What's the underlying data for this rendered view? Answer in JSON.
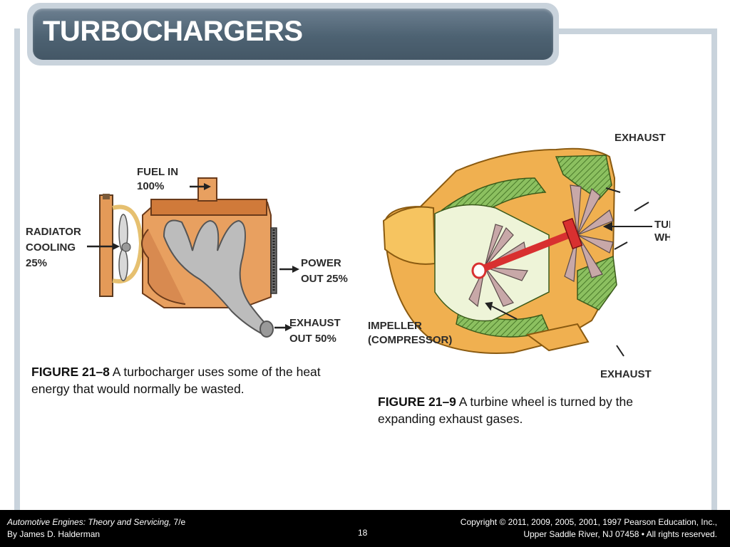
{
  "slide": {
    "title": "TURBOCHARGERS"
  },
  "figure_left": {
    "labels": {
      "fuel_in": "FUEL IN",
      "fuel_pct": "100%",
      "radiator": "RADIATOR",
      "cooling": "COOLING",
      "radiator_pct": "25%",
      "power": "POWER",
      "power_out": "OUT 25%",
      "exhaust": "EXHAUST",
      "exhaust_out": "OUT 50%"
    },
    "caption_number": "FIGURE 21–8",
    "caption_text": " A turbocharger uses some of the heat energy that would normally be wasted."
  },
  "figure_right": {
    "labels": {
      "exhaust_top": "EXHAUST",
      "turbine": "TURBINE",
      "wheel": "WHEEL",
      "impeller": "IMPELLER",
      "compressor": "(COMPRESSOR)",
      "exhaust_bottom": "EXHAUST"
    },
    "caption_number": "FIGURE 21–9",
    "caption_text": " A turbine wheel is turned by the expanding exhaust gases."
  },
  "footer": {
    "book_title": "Automotive Engines: Theory and Servicing,",
    "edition": " 7/e",
    "author": "By James D. Halderman",
    "page_number": "18",
    "copyright_line1": "Copyright © 2011, 2009, 2005, 2001, 1997 Pearson Education, Inc.,",
    "copyright_line2": "Upper Saddle River, NJ 07458 • All rights reserved."
  },
  "colors": {
    "title_bar": "#4d6272",
    "frame": "#c9d3dc",
    "engine_orange": "#e8a060",
    "turbo_orange": "#f0b050",
    "cutaway_green": "#8cc060",
    "shaft_red": "#d83030"
  }
}
